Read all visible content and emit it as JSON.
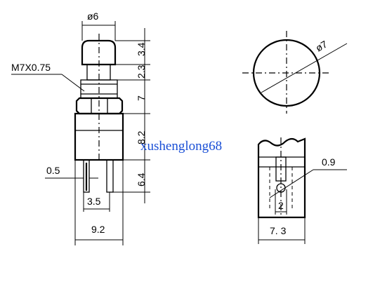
{
  "labels": {
    "d6": "ø6",
    "h34": "3.4",
    "h23": "2.3",
    "h7": "7",
    "h82": "8.2",
    "h64": "6.4",
    "thread": "M7X0.75",
    "w05": "0.5",
    "w35": "3.5",
    "w92": "9.2",
    "d7": "ø7",
    "w09": "0.9",
    "w2": "2",
    "w73": "7. 3"
  },
  "watermark": "xushenglong68",
  "colors": {
    "line": "#000000",
    "watermark": "#1a4fd6",
    "background": "#ffffff"
  }
}
